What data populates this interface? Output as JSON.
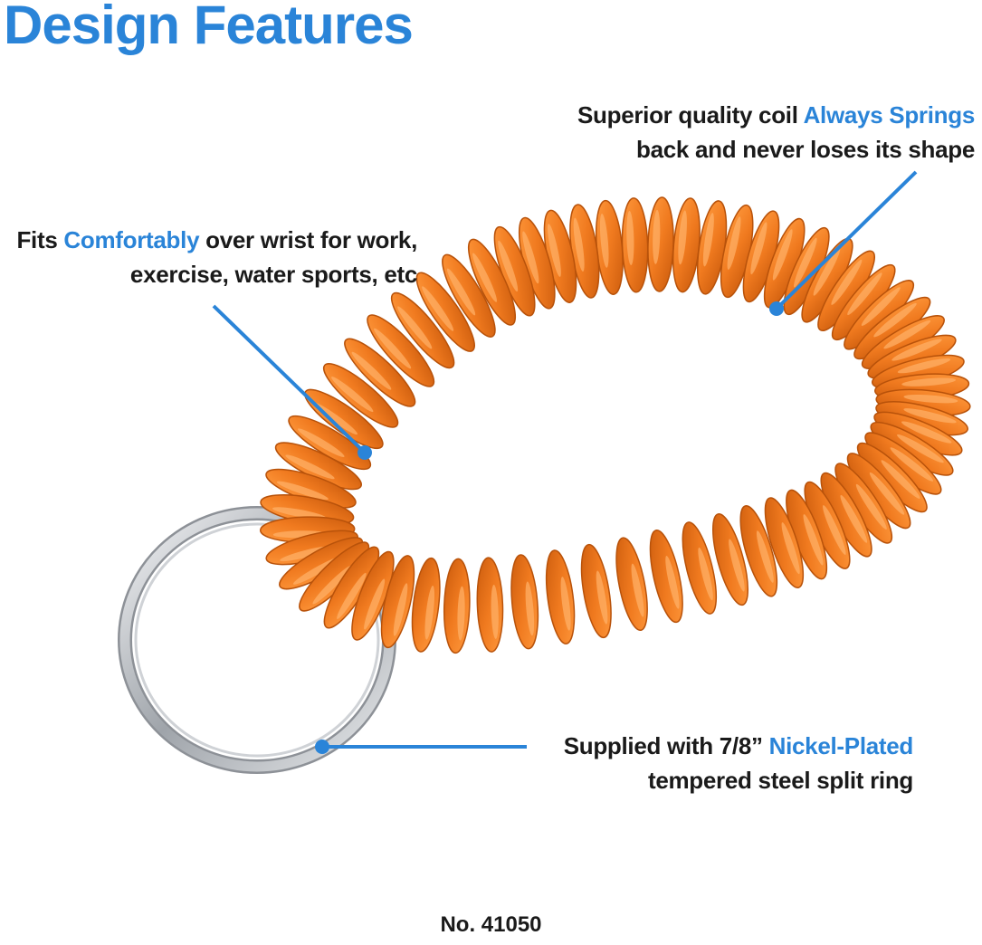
{
  "title": "Design Features",
  "callouts": {
    "top": {
      "line1_pre": "Superior quality coil ",
      "line1_highlight": "Always Springs",
      "line2": "back and never loses its shape"
    },
    "left": {
      "line1_pre": "Fits ",
      "line1_highlight": "Comfortably",
      "line1_post": " over wrist for work,",
      "line2": "exercise, water sports, etc"
    },
    "bottom": {
      "line1_pre": "Supplied with 7/8” ",
      "line1_highlight": "Nickel-Plated",
      "line2": "tempered steel split ring"
    }
  },
  "model_number": "No. 41050",
  "colors": {
    "accent": "#2a84d8",
    "coil": "#f07a1f",
    "ring": "#c9ccd0"
  }
}
